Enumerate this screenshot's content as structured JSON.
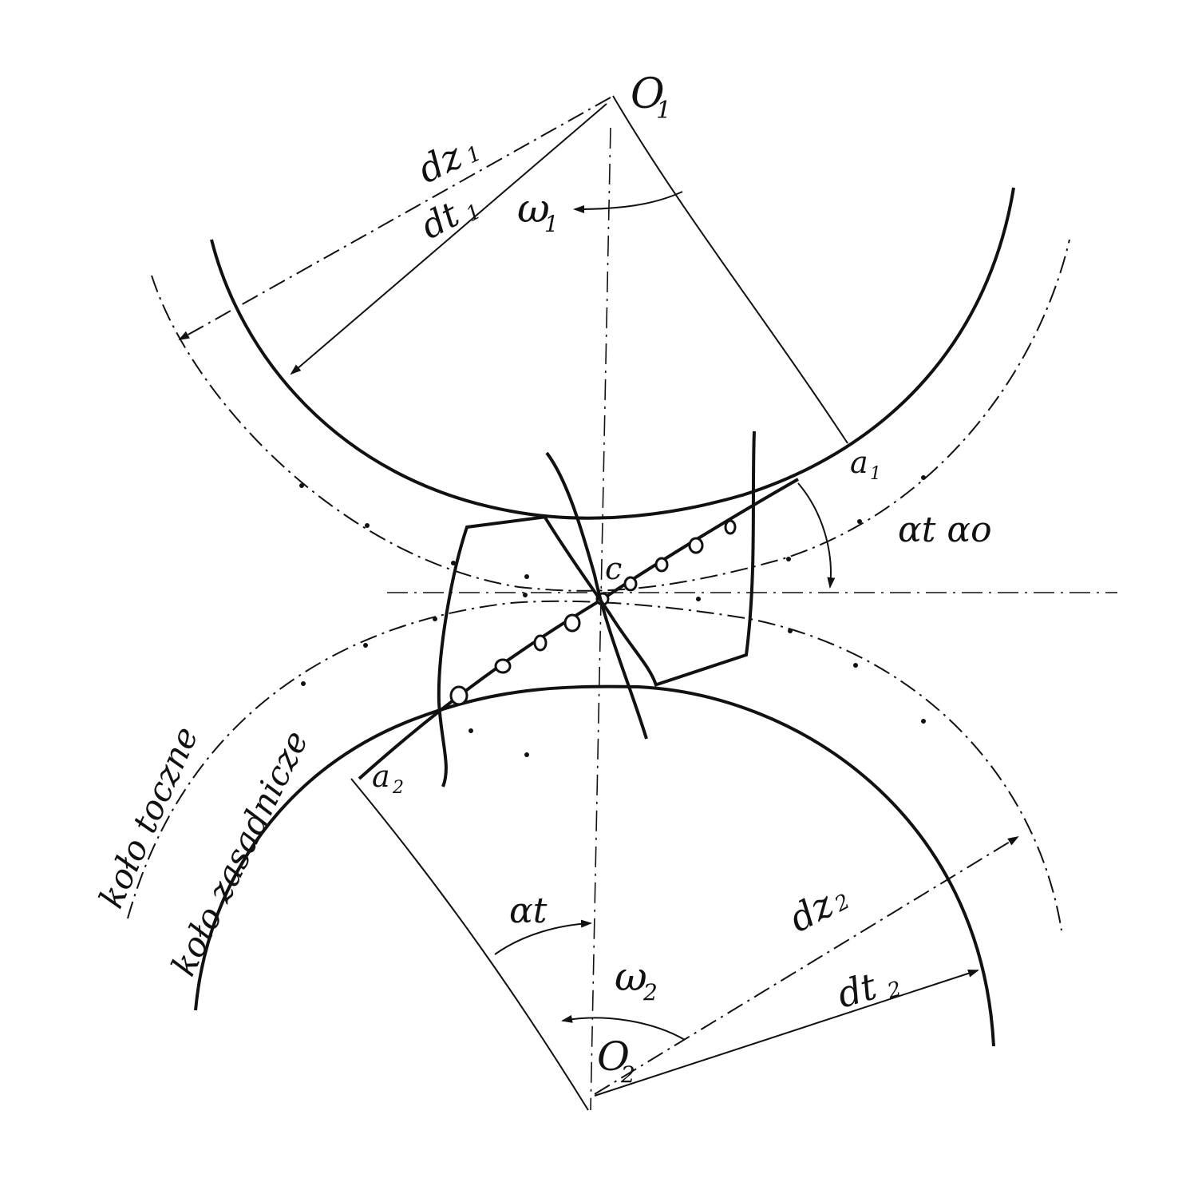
{
  "labels": {
    "o1": "O",
    "o1_sub": "1",
    "o2": "O",
    "o2_sub": "2",
    "dz1": "dz",
    "dz1_sub": "1",
    "dt1": "dt",
    "dt1_sub": "1",
    "dz2": "dz",
    "dz2_sub": "2",
    "dt2": "dt",
    "dt2_sub": "2",
    "omega1": "ω",
    "omega1_sub": "1",
    "omega2": "ω",
    "omega2_sub": "2",
    "point_c": "c",
    "a1": "a",
    "a1_sub": "1",
    "a2": "a",
    "a2_sub": "2",
    "alpha_t": "αt",
    "alpha_t_alpha_0": "αt αo",
    "kolo_toczne": "koło toczne",
    "kolo_zasadnicze": "koło zasadnicze"
  },
  "colors": {
    "ink": "#111111",
    "paper": "#ffffff"
  }
}
